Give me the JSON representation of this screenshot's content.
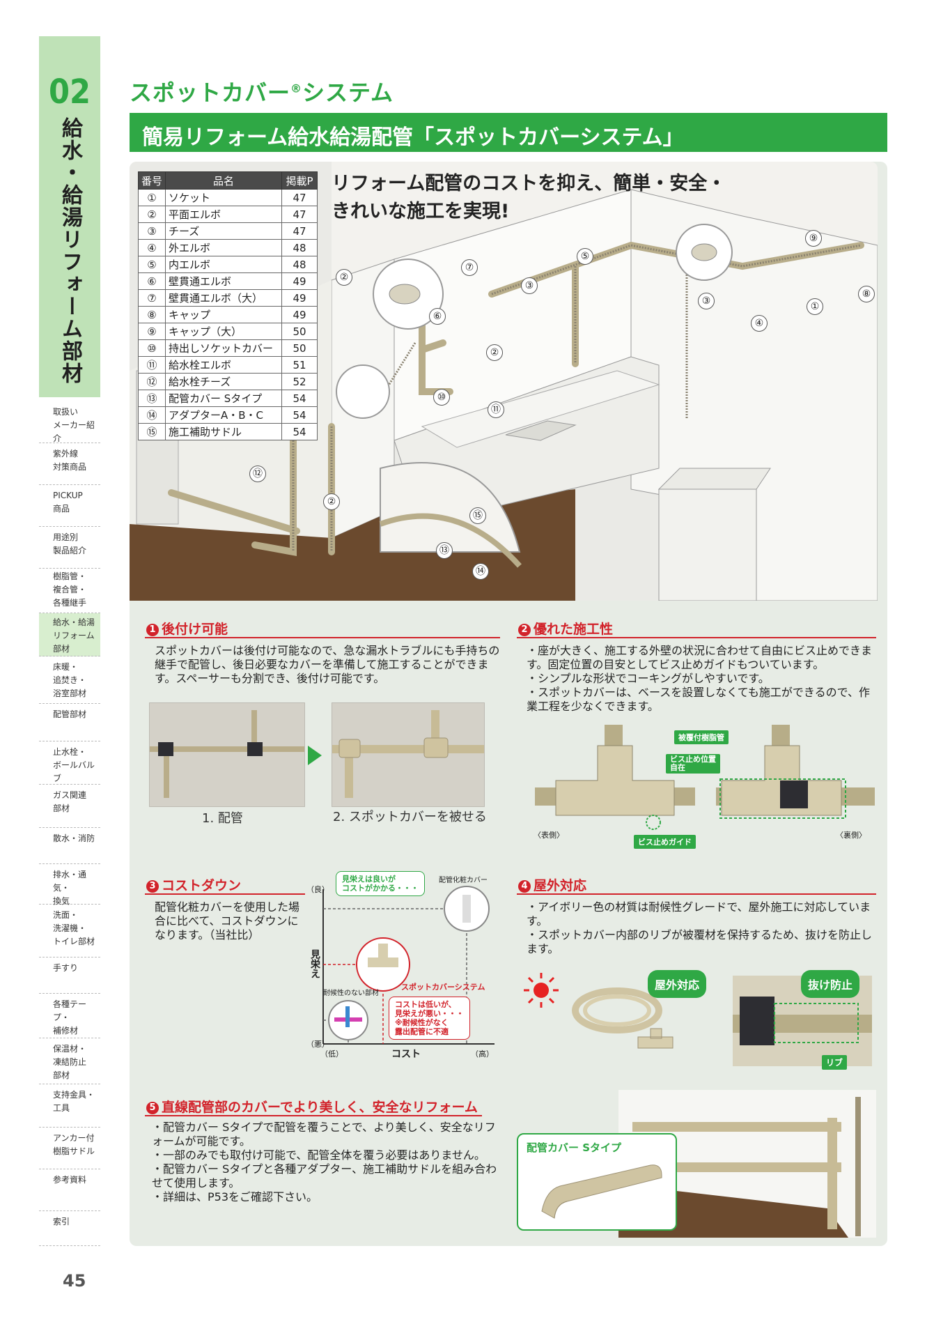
{
  "sidebar": {
    "chapter_number": "02",
    "chapter_title": "給水・給湯リフォーム部材",
    "nav": [
      "取扱い\nメーカー紹介",
      "紫外線\n対策商品",
      "PICKUP\n商品",
      "用途別\n製品紹介",
      "樹脂管・\n複合管・\n各種継手",
      "給水・給湯\nリフォーム\n部材",
      "床暖・\n追焚き・\n浴室部材",
      "配管部材",
      "止水栓・\nボールバルブ",
      "ガス関連\n部材",
      "散水・消防",
      "排水・通気・\n換気",
      "洗面・\n洗濯機・\nトイレ部材",
      "手すり",
      "各種テープ・\n補修材",
      "保温材・\n凍結防止\n部材",
      "支持金具・\n工具",
      "アンカー付\n樹脂サドル",
      "参考資料",
      "索引"
    ],
    "page_number": "45"
  },
  "header": {
    "section_title": "スポットカバー",
    "section_title_mark": "®",
    "section_title_suffix": "システム",
    "banner": "簡易リフォーム給水給湯配管「スポットカバーシステム」"
  },
  "parts_table": {
    "headers": [
      "番号",
      "品名",
      "掲載P"
    ],
    "rows": [
      [
        "①",
        "ソケット",
        "47"
      ],
      [
        "②",
        "平面エルボ",
        "47"
      ],
      [
        "③",
        "チーズ",
        "47"
      ],
      [
        "④",
        "外エルボ",
        "48"
      ],
      [
        "⑤",
        "内エルボ",
        "48"
      ],
      [
        "⑥",
        "壁貫通エルボ",
        "49"
      ],
      [
        "⑦",
        "壁貫通エルボ（大）",
        "49"
      ],
      [
        "⑧",
        "キャップ",
        "49"
      ],
      [
        "⑨",
        "キャップ（大）",
        "50"
      ],
      [
        "⑩",
        "持出しソケットカバー",
        "50"
      ],
      [
        "⑪",
        "給水栓エルボ",
        "51"
      ],
      [
        "⑫",
        "給水栓チーズ",
        "52"
      ],
      [
        "⑬",
        "配管カバー Sタイプ",
        "54"
      ],
      [
        "⑭",
        "アダプターA・B・C",
        "54"
      ],
      [
        "⑮",
        "施工補助サドル",
        "54"
      ]
    ]
  },
  "hero": {
    "headline_1": "リフォーム配管のコストを抑え、簡単・安全・",
    "headline_2": "きれいな施工を実現!",
    "callouts": [
      "②",
      "⑦",
      "⑤",
      "⑥",
      "③",
      "②",
      "③",
      "④",
      "①",
      "⑨",
      "⑧",
      "⑩",
      "⑪",
      "⑫",
      "②",
      "⑮",
      "⑬",
      "⑭"
    ]
  },
  "s1": {
    "num": "1",
    "title": "後付け可能",
    "body": "スポットカバーは後付け可能なので、急な漏水トラブルにも手持ちの継手で配管し、後日必要なカバーを準備して施工することができます。スペーサーも分割でき、後付け可能です。",
    "cap1": "1. 配管",
    "cap2": "2. スポットカバーを被せる"
  },
  "s2": {
    "num": "2",
    "title": "優れた施工性",
    "b1": "・座が大きく、施工する外壁の状況に合わせて自由にビス止めできます。固定位置の目安としてビス止めガイドもついています。",
    "b2": "・シンプルな形状でコーキングがしやすいです。",
    "b3": "・スポットカバーは、ベースを設置しなくても施工ができるので、作業工程を少なくできます。",
    "tag_pipe": "被覆付樹脂管",
    "tag_screw_pos": "ビス止め位置\n自在",
    "tag_guide": "ビス止めガイド",
    "front": "〈表側〉",
    "back": "〈裏側〉"
  },
  "s3": {
    "num": "3",
    "title": "コストダウン",
    "body": "配管化粧カバーを使用した場合に比べて、コストダウンになります。（当社比）",
    "y_axis": "見栄え",
    "y_high": "（良）",
    "y_low": "（悪）",
    "x_axis": "コスト",
    "x_low": "（低）",
    "x_high": "（高）",
    "note_top": "見栄えは良いが\nコストがかかる・・・",
    "label_cover": "配管化粧カバー",
    "label_system": "スポットカバーシステム",
    "label_no_weather": "耐候性のない部材",
    "note_bottom": "コストは低いが、\n見栄えが悪い・・・\n※耐候性がなく\n露出配管に不適"
  },
  "s4": {
    "num": "4",
    "title": "屋外対応",
    "b1": "・アイボリー色の材質は耐候性グレードで、屋外施工に対応しています。",
    "b2": "・スポットカバー内部のリブが被覆材を保持するため、抜けを防止します。",
    "bubble_outdoor": "屋外対応",
    "bubble_noslip": "抜け防止",
    "tag_rib": "リブ"
  },
  "s5": {
    "num": "5",
    "title": "直線配管部のカバーでより美しく、安全なリフォーム",
    "b1": "・配管カバー Sタイプで配管を覆うことで、より美しく、安全なリフォームが可能です。",
    "b2": "・一部のみでも取付け可能で、配管全体を覆う必要はありません。",
    "b3": "・配管カバー Sタイプと各種アダプター、施工補助サドルを組み合わせて使用します。",
    "b4": "・詳細は、P53をご確認下さい。",
    "inset_label": "配管カバー Sタイプ"
  },
  "colors": {
    "brand_green": "#2fa845",
    "accent_red": "#d2222a",
    "sidebar_green": "#bfe2b7"
  }
}
